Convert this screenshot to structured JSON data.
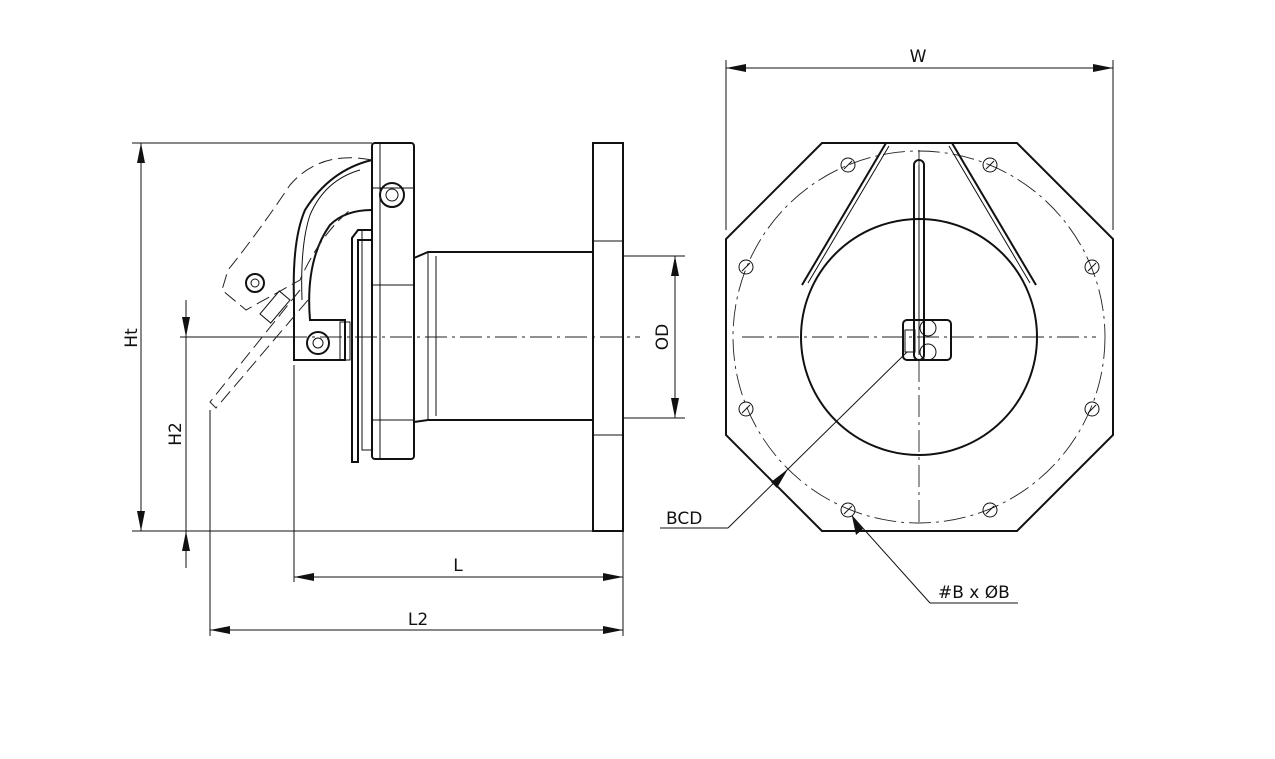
{
  "dimensions": {
    "ht": "Ht",
    "h2": "H2",
    "od": "OD",
    "l": "L",
    "l2": "L2",
    "w": "W",
    "bcd": "BCD",
    "bolts": "#B x ØB"
  },
  "colors": {
    "line": "#111111",
    "background": "#ffffff"
  }
}
